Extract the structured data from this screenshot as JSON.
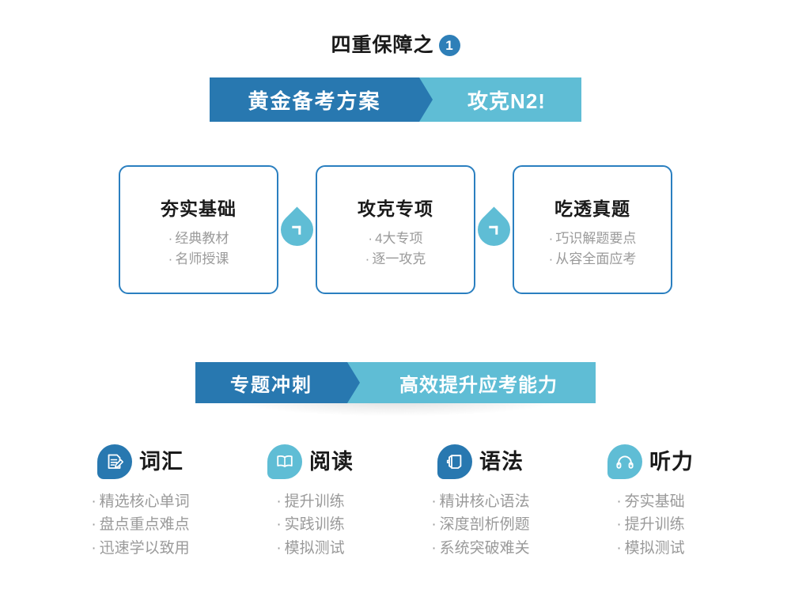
{
  "headline": {
    "text": "四重保障之",
    "badge": "1"
  },
  "banner1": {
    "left_label": "黄金备考方案",
    "right_label": "攻克N2!"
  },
  "steps": [
    {
      "title": "夯实基础",
      "bullets": [
        "经典教材",
        "名师授课"
      ]
    },
    {
      "title": "攻克专项",
      "bullets": [
        "4大专项",
        "逐一攻克"
      ]
    },
    {
      "title": "吃透真题",
      "bullets": [
        "巧识解题要点",
        "从容全面应考"
      ]
    }
  ],
  "banner2": {
    "left_label": "专题冲刺",
    "right_label": "高效提升应考能力"
  },
  "features": [
    {
      "title": "词汇",
      "icon": "document-pencil-icon",
      "icon_color": "#2878b0",
      "bullets": [
        "精选核心单词",
        "盘点重点难点",
        "迅速学以致用"
      ]
    },
    {
      "title": "阅读",
      "icon": "open-book-icon",
      "icon_color": "#5fbdd5",
      "bullets": [
        "提升训练",
        "实践训练",
        "模拟测试"
      ]
    },
    {
      "title": "语法",
      "icon": "notebook-icon",
      "icon_color": "#2878b0",
      "bullets": [
        "精讲核心语法",
        "深度剖析例题",
        "系统突破难关"
      ]
    },
    {
      "title": "听力",
      "icon": "headphones-icon",
      "icon_color": "#5fbdd5",
      "bullets": [
        "夯实基础",
        "提升训练",
        "模拟测试"
      ]
    }
  ],
  "colors": {
    "dark_blue": "#2878b0",
    "light_cyan": "#5fbdd5",
    "border_blue": "#2a7fc0",
    "muted_text": "#9a9a9a",
    "heading_text": "#1a1a1a"
  }
}
